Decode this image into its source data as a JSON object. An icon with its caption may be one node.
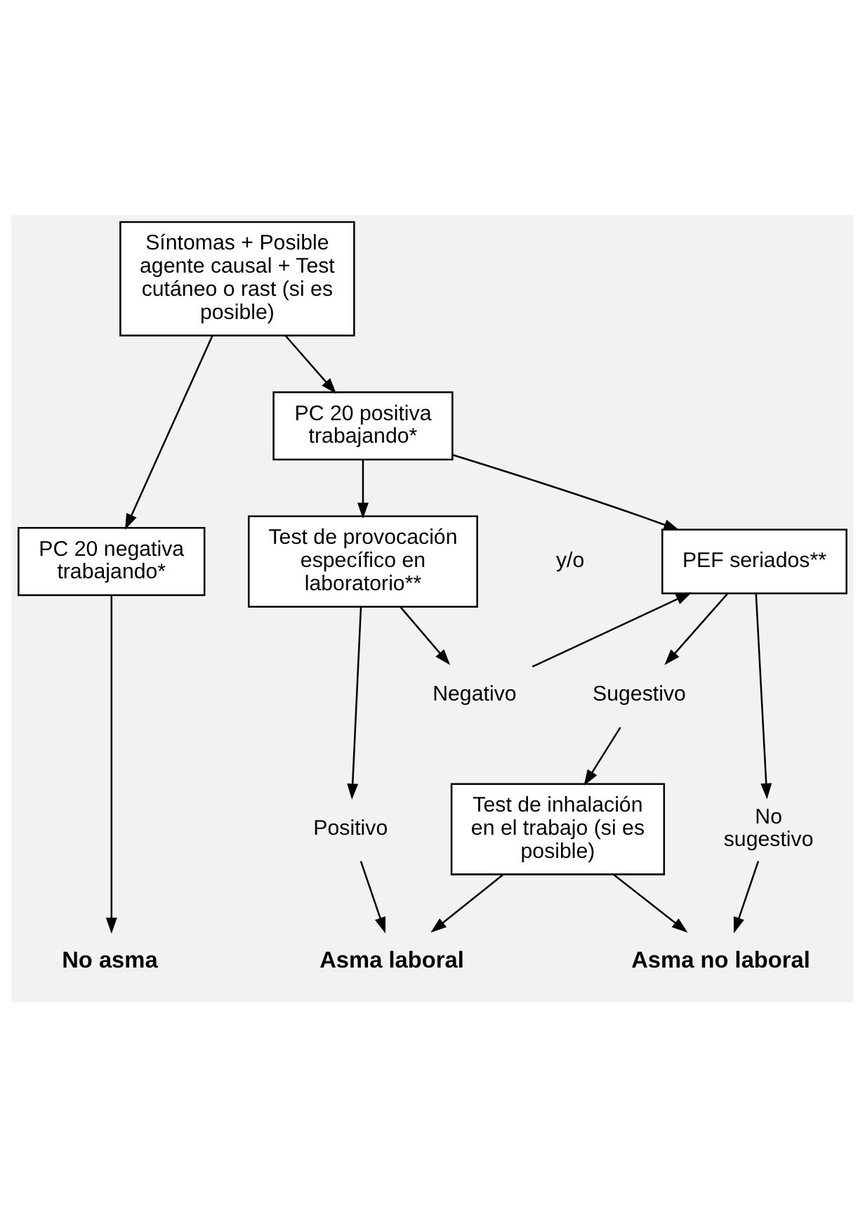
{
  "diagram": {
    "nodes": [
      {
        "text": [
          "Síntomas + Posible agente causal + Test cutáneo o rast (si es posible)"
        ]
      },
      {
        "text": [
          "PC 20 negativa trabajando*"
        ]
      },
      {
        "text": [
          "PC 20 positiva trabajando*"
        ]
      },
      {
        "text": [
          "Test de provocación específico en laboratorio**"
        ]
      },
      {
        "text": [
          "PEF seriados**"
        ]
      },
      {
        "text": [
          "Positivo"
        ]
      },
      {
        "text": [
          "Negativo"
        ]
      },
      {
        "text": [
          "Sugestivo"
        ]
      },
      {
        "text": [
          "No sugestivo"
        ]
      },
      {
        "text": [
          "Test de inhalación en el trabajo (si es posible)"
        ]
      },
      {
        "text": [
          "No asma"
        ]
      },
      {
        "text": [
          "Asma laboral"
        ]
      },
      {
        "text": [
          "Asma no laboral"
        ]
      }
    ],
    "edges": [
      {
        "from": 0,
        "to": 1,
        "arrow": "to"
      },
      {
        "from": 0,
        "to": 2,
        "arrow": "to"
      },
      {
        "from": 2,
        "to": 3,
        "arrow": "to"
      },
      {
        "from": 2,
        "to": 4,
        "arrow": "to"
      },
      {
        "from": 3,
        "to": 5,
        "arrow": "to"
      },
      {
        "from": 3,
        "to": 6,
        "arrow": "to"
      },
      {
        "from": 6,
        "to": 4,
        "arrow": "to"
      },
      {
        "from": 4,
        "to": 7,
        "arrow": "to"
      },
      {
        "from": 4,
        "to": 8,
        "arrow": "to"
      },
      {
        "from": 7,
        "to": 9,
        "arrow": "to"
      },
      {
        "from": 1,
        "to": 10,
        "arrow": "to"
      },
      {
        "from": 5,
        "to": 11,
        "arrow": "to"
      },
      {
        "from": 9,
        "to": 11,
        "arrow": "to"
      },
      {
        "from": 9,
        "to": 12,
        "arrow": "to"
      },
      {
        "from": 8,
        "to": 12,
        "arrow": "to"
      }
    ],
    "labels": [
      "y/o"
    ]
  }
}
